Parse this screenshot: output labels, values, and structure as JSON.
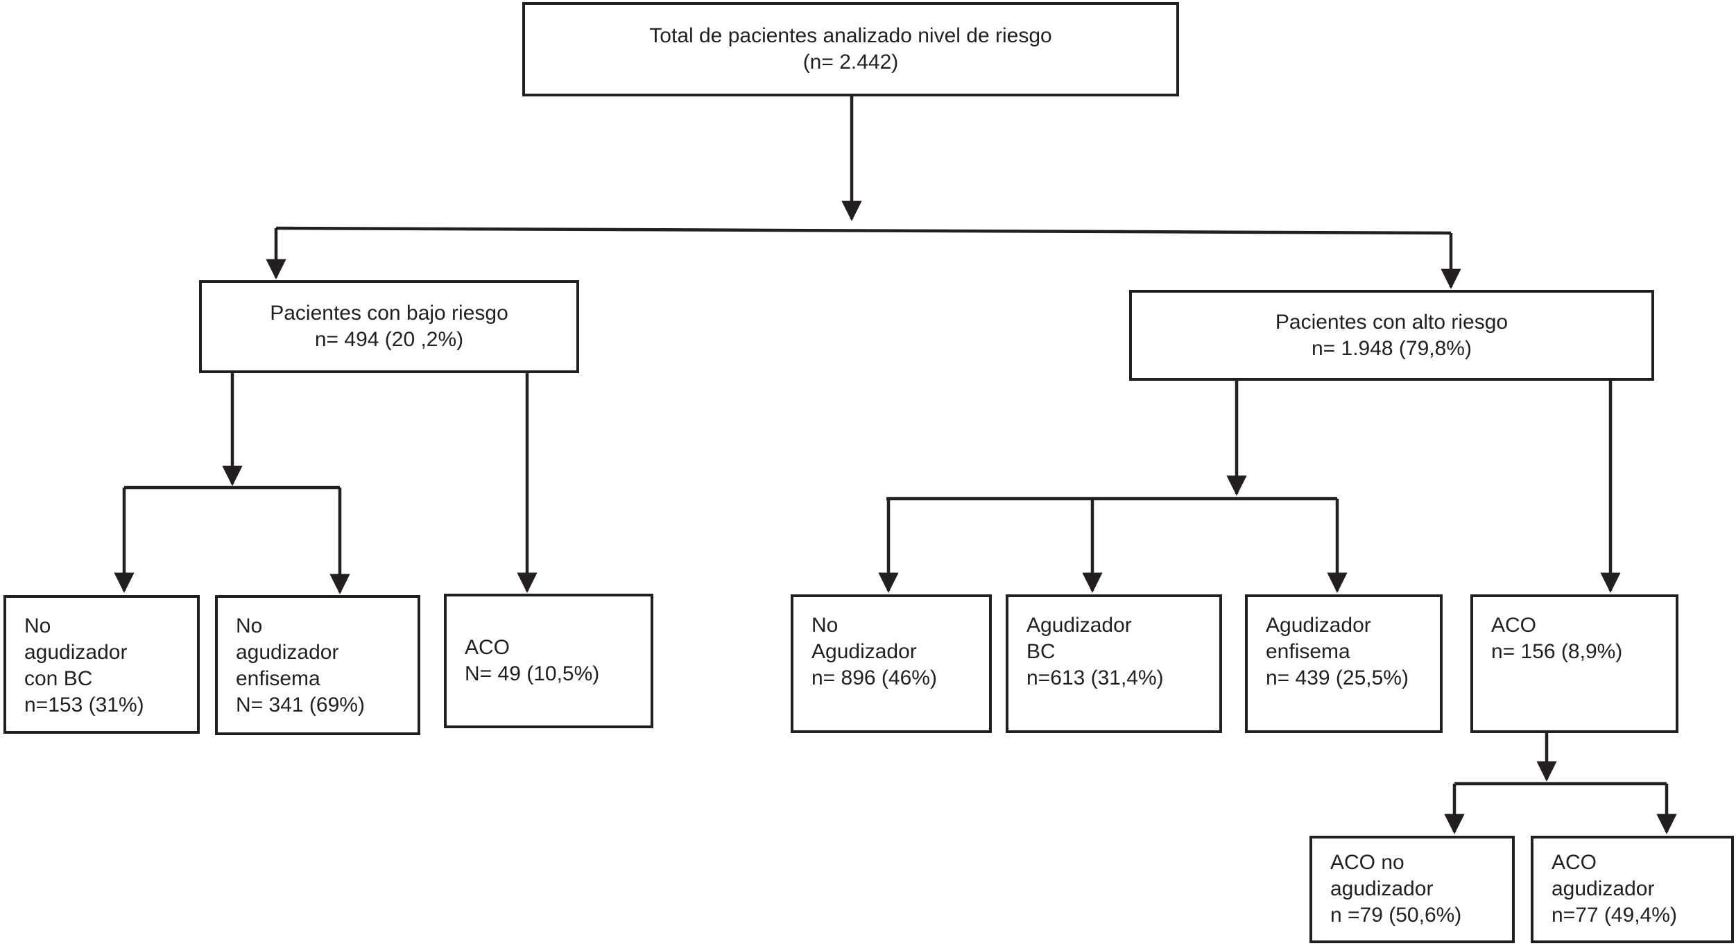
{
  "diagram": {
    "type": "flowchart",
    "colors": {
      "line": "#231f20",
      "box_background": "#ffffff"
    },
    "nodes": {
      "total": {
        "text": "Total de pacientes analizado nivel de riesgo\n(n= 2.442)"
      },
      "bajo_riesgo": {
        "text": "Pacientes con bajo riesgo\nn= 494 (20 ,2%)"
      },
      "alto_riesgo": {
        "text": "Pacientes con alto riesgo\nn= 1.948 (79,8%)"
      },
      "no_agudizador_con_bc": {
        "text": "No\nagudizador\ncon BC\nn=153 (31%)"
      },
      "no_agudizador_enfisema": {
        "text": "No\nagudizador\nenfisema\nN= 341 (69%)"
      },
      "aco_bajo": {
        "text": "ACO\nN= 49 (10,5%)"
      },
      "no_agudizador": {
        "text": "No\nAgudizador\nn= 896 (46%)"
      },
      "agudizador_bc": {
        "text": "Agudizador\nBC\nn=613 (31,4%)"
      },
      "agudizador_enfisema": {
        "text": "Agudizador\nenfisema\nn= 439 (25,5%)"
      },
      "aco_alto": {
        "text": "ACO\nn= 156 (8,9%)"
      },
      "aco_no_agudizador": {
        "text": "ACO no\nagudizador\nn =79 (50,6%)"
      },
      "aco_agudizador": {
        "text": "ACO\nagudizador\nn=77 (49,4%)"
      }
    },
    "edges": [
      {
        "from": "total",
        "to": "bajo_riesgo"
      },
      {
        "from": "total",
        "to": "alto_riesgo"
      },
      {
        "from": "bajo_riesgo",
        "to": "no_agudizador_con_bc"
      },
      {
        "from": "bajo_riesgo",
        "to": "no_agudizador_enfisema"
      },
      {
        "from": "bajo_riesgo",
        "to": "aco_bajo"
      },
      {
        "from": "alto_riesgo",
        "to": "no_agudizador"
      },
      {
        "from": "alto_riesgo",
        "to": "agudizador_bc"
      },
      {
        "from": "alto_riesgo",
        "to": "agudizador_enfisema"
      },
      {
        "from": "alto_riesgo",
        "to": "aco_alto"
      },
      {
        "from": "aco_alto",
        "to": "aco_no_agudizador"
      },
      {
        "from": "aco_alto",
        "to": "aco_agudizador"
      }
    ]
  }
}
